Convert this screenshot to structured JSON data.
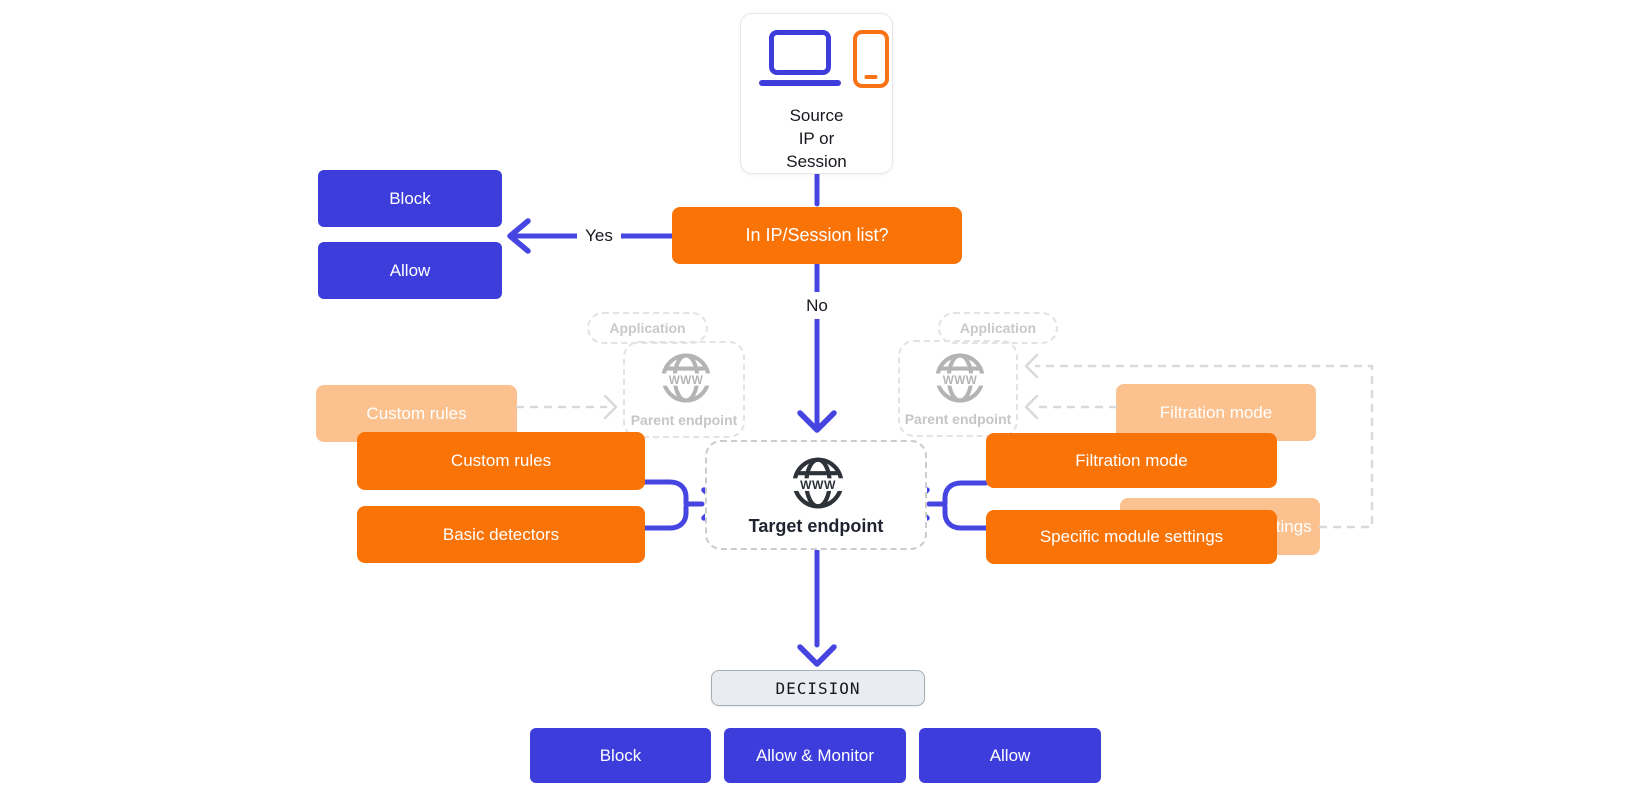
{
  "colors": {
    "blue_box": "#3d3ddb",
    "arrow_blue": "#4645e2",
    "orange": "#f97306",
    "orange_faded": "#fbc18e",
    "ghost_gray": "#c9c9c9"
  },
  "globe_text": "WWW",
  "source": {
    "line1": "Source",
    "line2": "IP or",
    "line3": "Session"
  },
  "question": {
    "label": "In IP/Session list?"
  },
  "yes_label": "Yes",
  "no_label": "No",
  "yes_outcomes": {
    "block": "Block",
    "allow": "Allow"
  },
  "ghost_left": {
    "application": "Application",
    "parent": "Parent endpoint"
  },
  "ghost_right": {
    "application": "Application",
    "parent": "Parent endpoint"
  },
  "left_inputs": {
    "faded_custom_rules": "Custom rules",
    "custom_rules": "Custom rules",
    "basic_detectors": "Basic detectors"
  },
  "right_inputs": {
    "faded_filtration_mode": "Filtration mode",
    "filtration_mode": "Filtration mode",
    "faded_module_settings": "Specific module settings",
    "module_settings": "Specific module settings"
  },
  "target": {
    "label": "Target endpoint"
  },
  "decision": {
    "label": "DECISION",
    "outcomes": [
      "Block",
      "Allow & Monitor",
      "Allow"
    ]
  }
}
